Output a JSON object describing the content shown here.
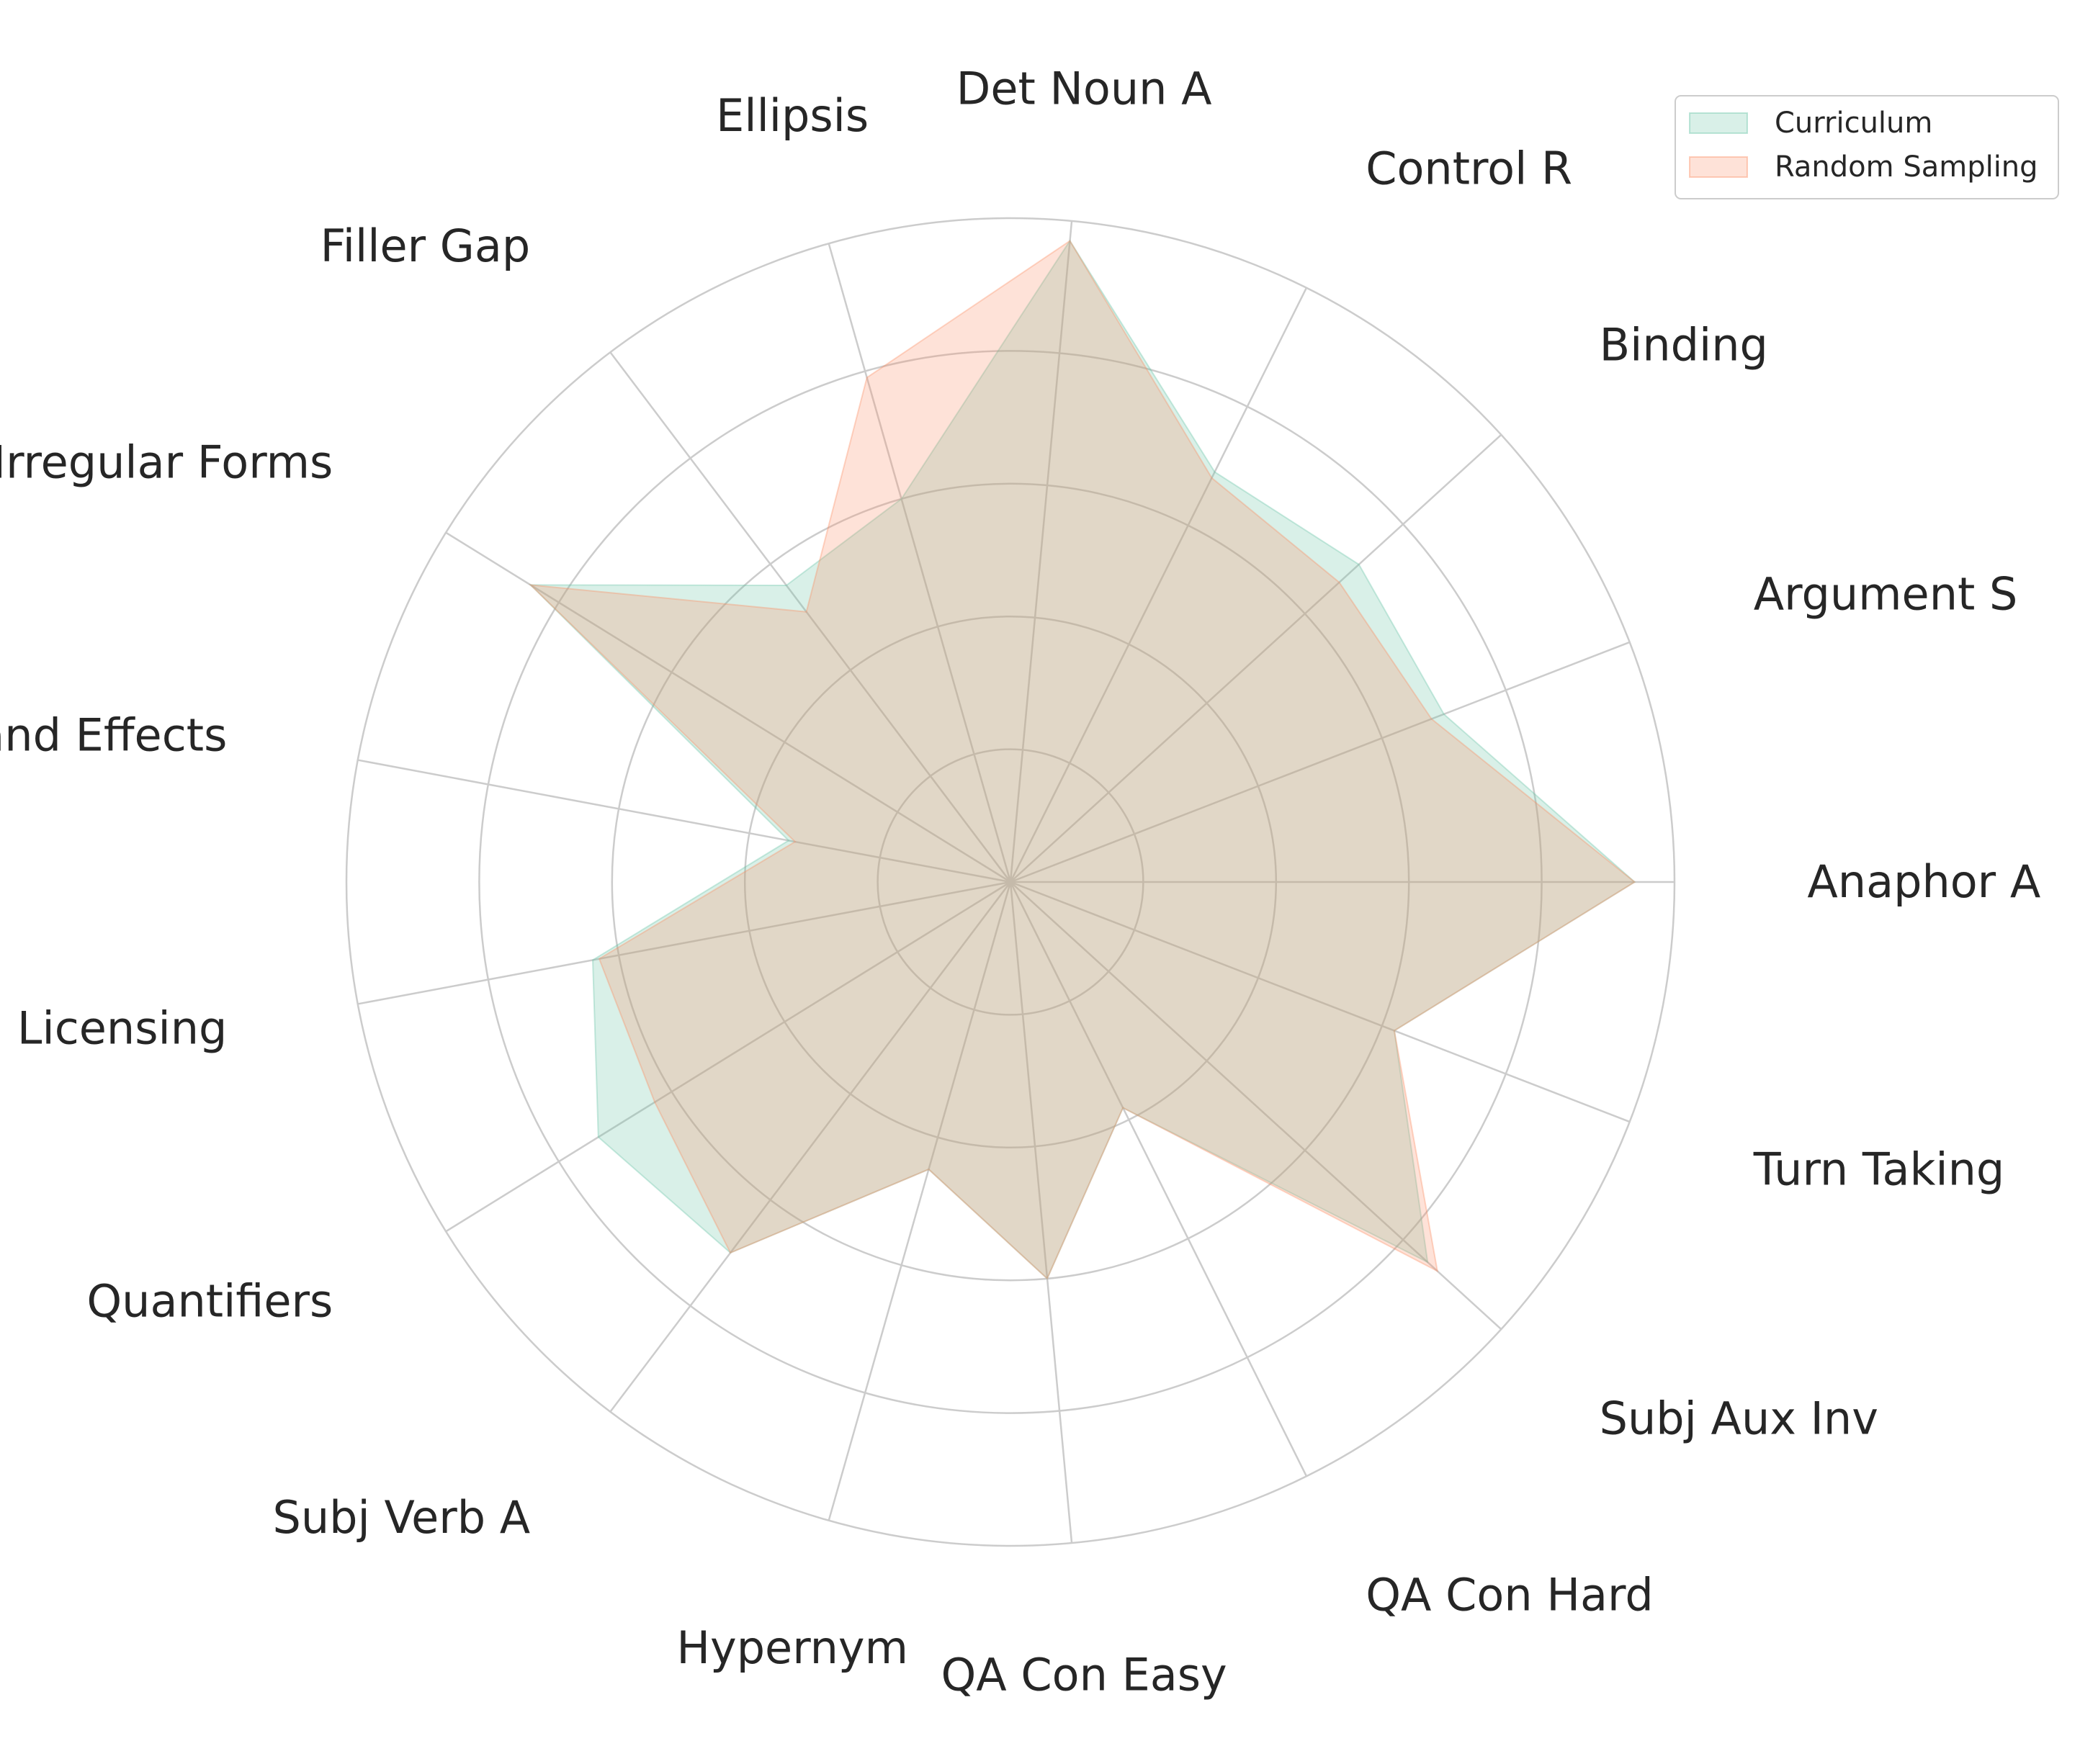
{
  "chart_data": {
    "type": "radar",
    "categories": [
      "Anaphor A",
      "Argument S",
      "Binding",
      "Control R",
      "Det Noun A",
      "Ellipsis",
      "Filler Gap",
      "Irregular Forms",
      "Island Effects",
      "Npi Licensing",
      "Quantifiers",
      "Subj Verb A",
      "Hypernym",
      "QA Con Easy",
      "QA Con Hard",
      "Subj Aux Inv",
      "Turn Taking"
    ],
    "rmax": 1.0,
    "grid_levels": [
      0.2,
      0.4,
      0.6,
      0.8,
      1.0
    ],
    "grid": true,
    "legend_position": "top-right",
    "series": [
      {
        "name": "Curriculum",
        "color": "#66c2a5",
        "values": [
          0.94,
          0.7,
          0.71,
          0.69,
          0.97,
          0.6,
          0.56,
          0.85,
          0.34,
          0.64,
          0.73,
          0.7,
          0.45,
          0.6,
          0.38,
          0.85,
          0.62
        ]
      },
      {
        "name": "Random Sampling",
        "color": "#fc8d62",
        "values": [
          0.94,
          0.68,
          0.67,
          0.68,
          0.97,
          0.79,
          0.51,
          0.85,
          0.33,
          0.63,
          0.63,
          0.7,
          0.45,
          0.6,
          0.38,
          0.87,
          0.62
        ]
      }
    ]
  }
}
